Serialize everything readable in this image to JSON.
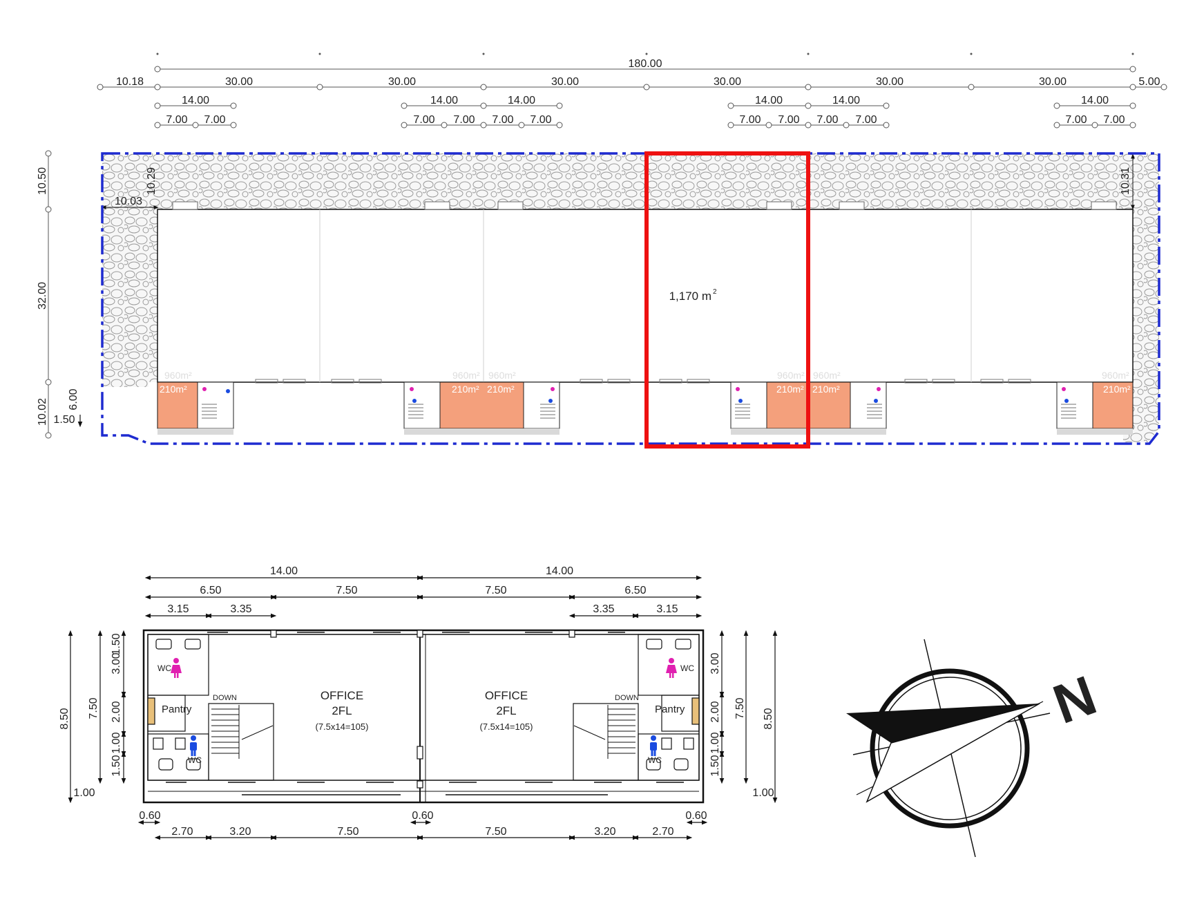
{
  "site": {
    "total_width": "180.00",
    "left_offset": "10.18",
    "right_offset": "5.00",
    "bay": "30.00",
    "double": "14.00",
    "half": "7.00",
    "depth_top": "10.50",
    "depth_main": "32.00",
    "depth_front": "10.02",
    "depth_office": "6.00",
    "depth_walk": "1.50",
    "setback_left_v": "10.29",
    "setback_left_h": "10.03",
    "setback_right_v": "10.31",
    "unit_area": "960m²",
    "office_area": "210m²",
    "highlight_area": "1,170 m",
    "highlight_sup": "2",
    "border_color": "#1e2bd0",
    "highlight_color": "#ee1111",
    "office_fill": "#f4a07c"
  },
  "office_plan": {
    "total": "14.00",
    "side_a": "6.50",
    "mid": "7.50",
    "part_a": "3.15",
    "part_b": "3.35",
    "height_total": "8.50",
    "height_inner": "7.50",
    "h_wc_top": "3.00",
    "h_pantry": "2.00",
    "h_stair": "1.00",
    "h_wc_bottom": "1.50",
    "h_top_margin": "1.50",
    "h_bottom": "1.00",
    "wall": "0.60",
    "b_a": "2.70",
    "b_b": "3.20",
    "room_office": "OFFICE",
    "room_floor": "2FL",
    "room_calc": "(7.5x14=105)",
    "label_pantry": "Pantry",
    "label_wc": "WC",
    "label_down": "DOWN"
  },
  "compass": {
    "north_label": "N"
  }
}
